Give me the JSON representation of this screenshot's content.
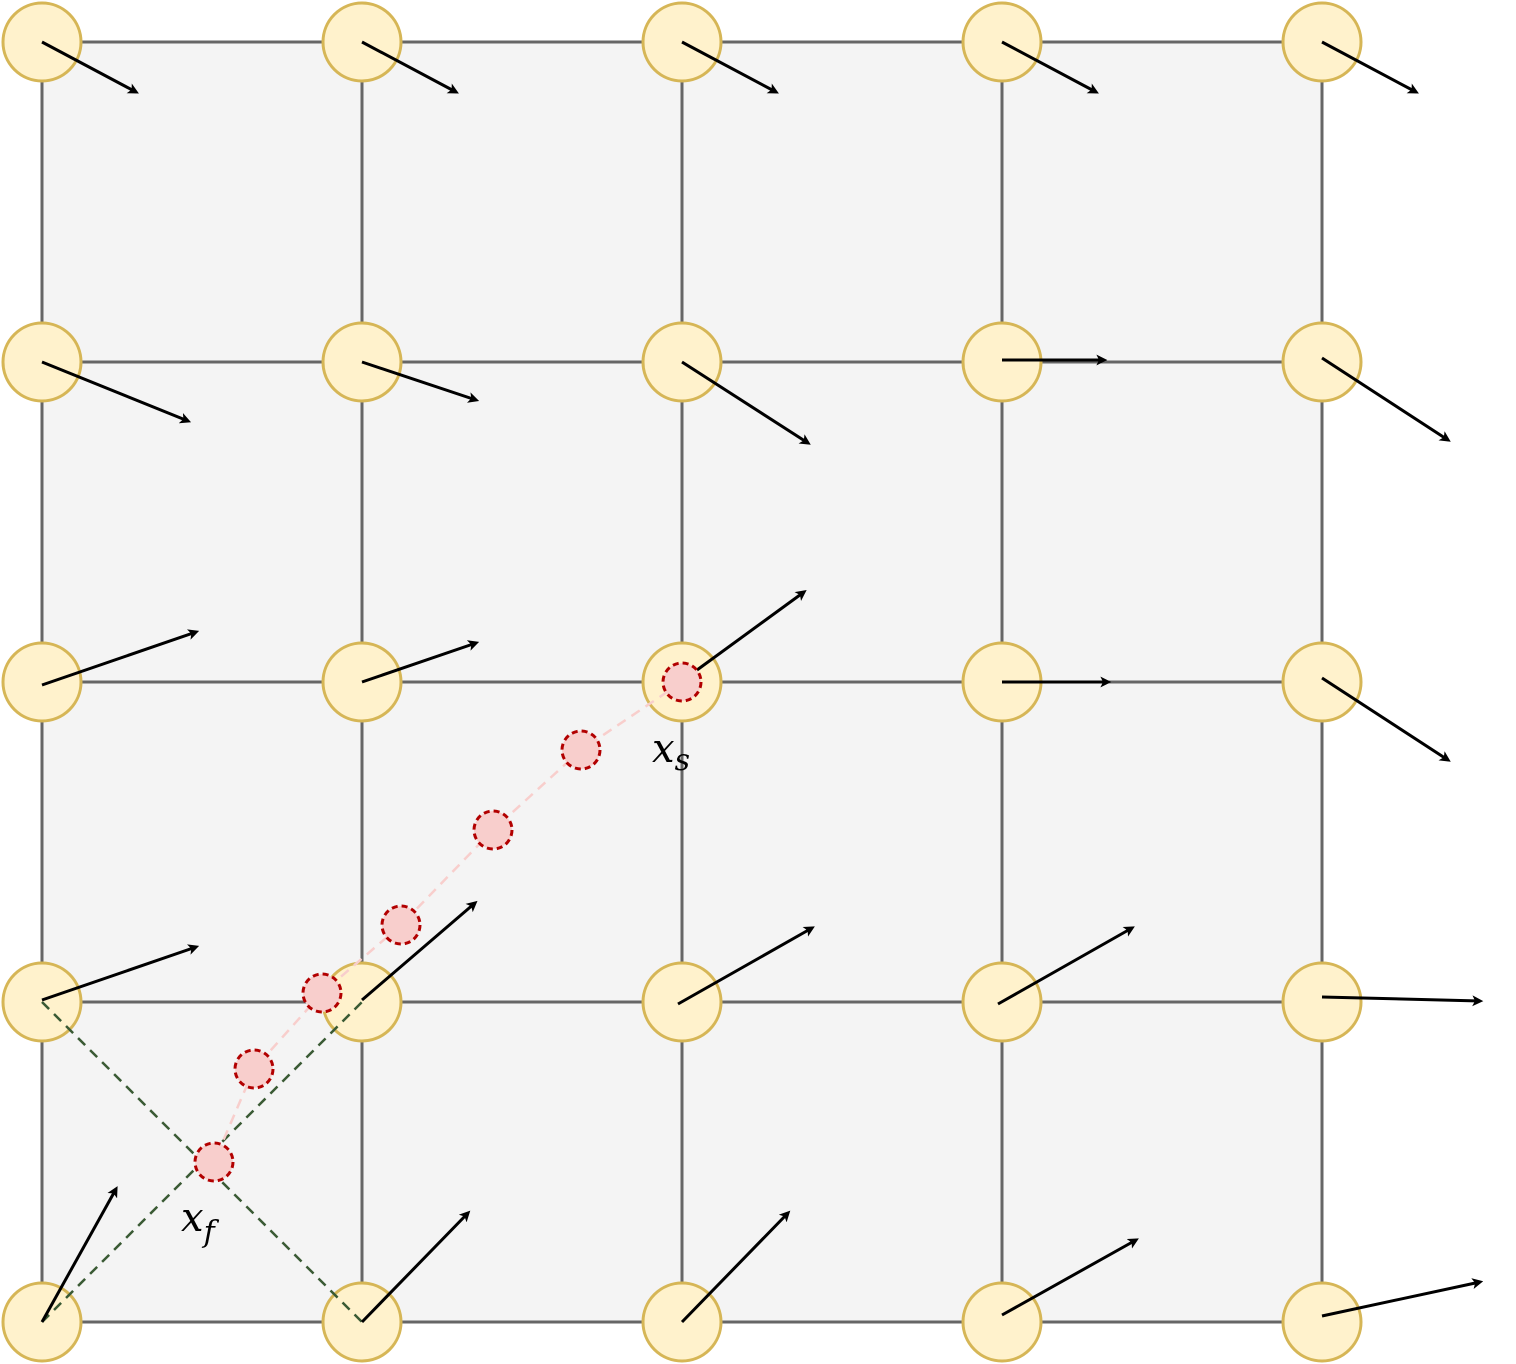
{
  "diagram": {
    "labels": {
      "start_base": "x",
      "start_sub": "s",
      "final_base": "x",
      "final_sub": "f"
    },
    "colors": {
      "cell_fill": "#f4f4f4",
      "grid_line": "#666666",
      "node_fill": "#fff2cc",
      "node_stroke": "#d6b656",
      "vector": "#000000",
      "sample_fill": "#f8cecc",
      "sample_stroke": "#b20000",
      "diagonal_dashed": "#3a5a34"
    },
    "icons": {
      "grid_node": "circle",
      "vector": "arrow",
      "sample_point": "dashed-circle"
    }
  }
}
